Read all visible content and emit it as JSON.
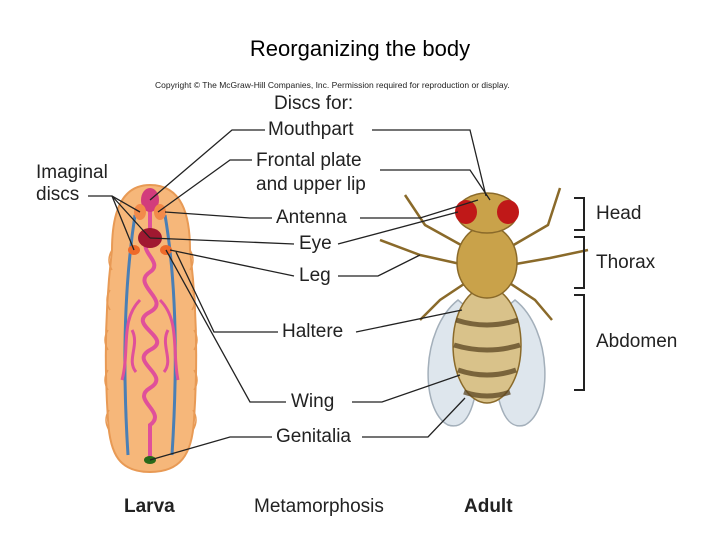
{
  "slide": {
    "title": "Reorganizing the body",
    "copyright": "Copyright © The McGraw-Hill Companies, Inc. Permission required for reproduction or display."
  },
  "labels": {
    "discs_for": "Discs for:",
    "imaginal_line1": "Imaginal",
    "imaginal_line2": "discs",
    "mouthpart": "Mouthpart",
    "frontal_line1": "Frontal plate",
    "frontal_line2": "and upper lip",
    "antenna": "Antenna",
    "eye": "Eye",
    "leg": "Leg",
    "haltere": "Haltere",
    "wing": "Wing",
    "genitalia": "Genitalia",
    "head": "Head",
    "thorax": "Thorax",
    "abdomen": "Abdomen"
  },
  "captions": {
    "larva": "Larva",
    "metamorphosis": "Metamorphosis",
    "adult": "Adult"
  },
  "colors": {
    "larva_body": "#f6b77a",
    "larva_gut": "#e0509a",
    "larva_nerve": "#4a7fb5",
    "fly_body": "#c9a24a",
    "fly_eye": "#c01818",
    "wing": "#dbe4ec",
    "line": "#222222"
  }
}
